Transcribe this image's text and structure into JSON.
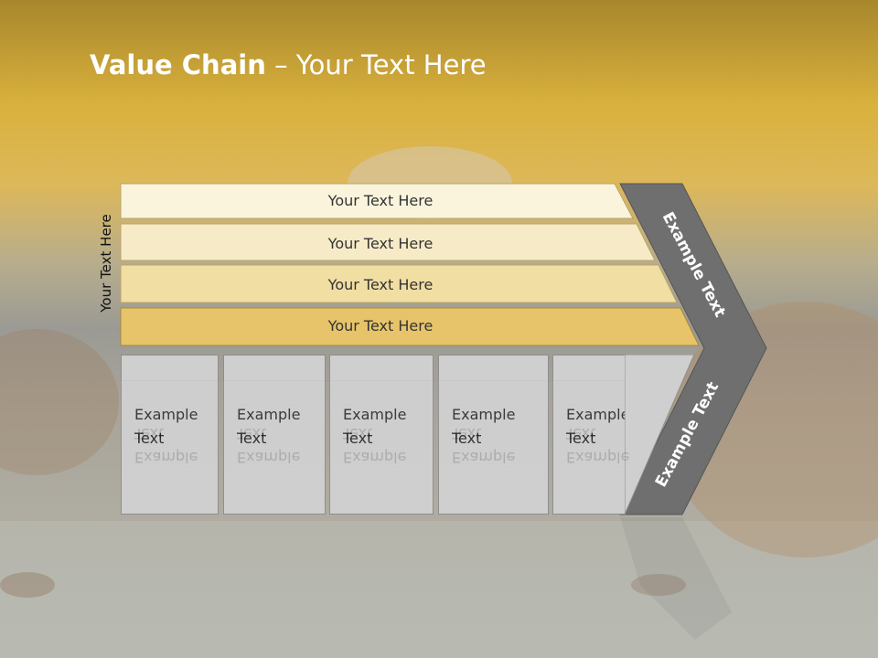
{
  "title": {
    "bold": "Value Chain",
    "rest": " – Your Text Here"
  },
  "side_label": "Your Text Here",
  "bars": [
    {
      "label": "Your Text Here",
      "color": "#fbf4dc"
    },
    {
      "label": "Your Text Here",
      "color": "#f7ebc7"
    },
    {
      "label": "Your Text Here",
      "color": "#f1dea3"
    },
    {
      "label": "Your Text Here",
      "color": "#e7c46a"
    }
  ],
  "boxes": [
    {
      "label": "Example Text"
    },
    {
      "label": "Example Text"
    },
    {
      "label": "Example Text"
    },
    {
      "label": "Example Text"
    },
    {
      "label": "Example Text"
    }
  ],
  "chevron": {
    "upper": "Example Text",
    "lower": "Example Text",
    "color": "#6f6f6f"
  },
  "colors": {
    "header": "#d9b13d",
    "background": "#a9a394"
  }
}
